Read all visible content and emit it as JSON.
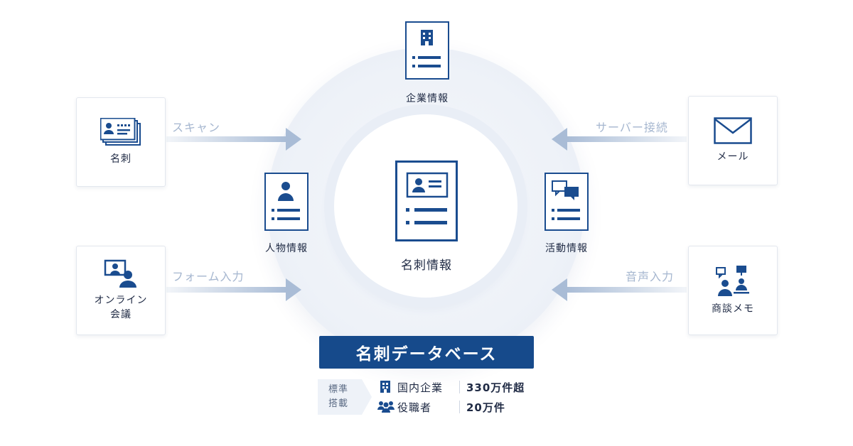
{
  "center": {
    "label": "名刺情報"
  },
  "orbit": {
    "company": {
      "label": "企業情報"
    },
    "person": {
      "label": "人物情報"
    },
    "activity": {
      "label": "活動情報"
    }
  },
  "sources": {
    "card": {
      "label": "名刺",
      "arrow_label": "スキャン",
      "icon": "business-card-icon"
    },
    "online": {
      "label": "オンライン\n会議",
      "arrow_label": "フォーム入力",
      "icon": "video-meeting-icon"
    },
    "mail": {
      "label": "メール",
      "arrow_label": "サーバー接続",
      "icon": "mail-icon"
    },
    "memo": {
      "label": "商談メモ",
      "arrow_label": "音声入力",
      "icon": "meeting-memo-icon"
    }
  },
  "database": {
    "title": "名刺データベース",
    "badge_line1": "標準",
    "badge_line2": "搭載",
    "rows": [
      {
        "label": "国内企業",
        "value": "330万件超",
        "icon": "building-icon"
      },
      {
        "label": "役職者",
        "value": "20万件",
        "icon": "people-icon"
      }
    ]
  },
  "colors": {
    "primary": "#164a8b",
    "arrow": "#a9bcd6",
    "ring": "#eef2f8"
  }
}
